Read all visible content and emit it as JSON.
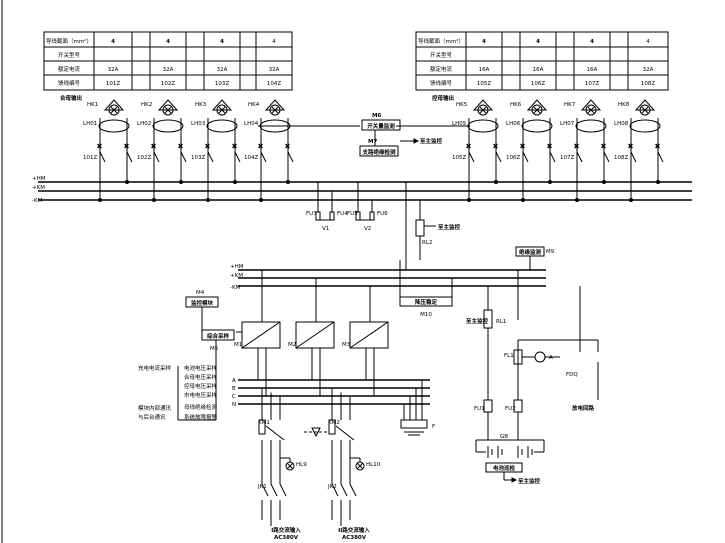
{
  "table_rows": [
    "导线截面（mm²）",
    "开关型号",
    "额定电流",
    "馈线编号"
  ],
  "left_cols": [
    {
      "section": "4",
      "current": "32A",
      "feeder": "101Z"
    },
    {
      "section": "4",
      "current": "32A",
      "feeder": "102Z"
    },
    {
      "section": "4",
      "current": "32A",
      "feeder": "103Z"
    },
    {
      "section": "4",
      "current": "32A",
      "feeder": "104Z"
    }
  ],
  "right_cols": [
    {
      "section": "4",
      "current": "16A",
      "feeder": "105Z"
    },
    {
      "section": "4",
      "current": "16A",
      "feeder": "106Z"
    },
    {
      "section": "4",
      "current": "16A",
      "feeder": "107Z"
    },
    {
      "section": "4",
      "current": "32A",
      "feeder": "108Z"
    }
  ],
  "left_group_label": "合母输出",
  "right_group_label": "控母输出",
  "left_hl": [
    "HK1",
    "HK2",
    "HK3",
    "HK4"
  ],
  "right_hl": [
    "HK5",
    "HK6",
    "HK7",
    "HK8"
  ],
  "left_ct": [
    "LH01",
    "LH02",
    "LH03",
    "LH04"
  ],
  "right_ct": [
    "LH05",
    "LH06",
    "LH07",
    "LH08"
  ],
  "m6": {
    "id": "M6",
    "box": "开关量监测"
  },
  "m7": {
    "id": "M7",
    "box": "支路绝缘检测"
  },
  "to_monitor": "至主监控",
  "buses": [
    "+HM",
    "+KM",
    "-KM"
  ],
  "fuses": [
    "FU3",
    "FU4",
    "FU5",
    "FU6"
  ],
  "meters": [
    "V1",
    "V2"
  ],
  "rl2": "RL2",
  "main_monitor": "至主监控",
  "dc_buses": [
    "+HM",
    "+KM",
    "-KM"
  ],
  "insulation": {
    "box": "绝缘监测",
    "id": "M9"
  },
  "voltage_reg": {
    "box": "降压稳定",
    "id": "M10"
  },
  "m4": {
    "id": "M4",
    "box": "监控模块"
  },
  "m5": {
    "id": "M5",
    "box": "综合采样"
  },
  "chargers": [
    "M1",
    "M2",
    "M3"
  ],
  "signals": [
    {
      "left": "充电电流采样",
      "right": "电池电压采样"
    },
    {
      "left": "",
      "right": "合母电压采样"
    },
    {
      "left": "",
      "right": "控母电压采样"
    },
    {
      "left": "",
      "right": "市电电压采样"
    },
    {
      "left": "模块内部通讯",
      "right": "母线绝缘检测"
    },
    {
      "left": "与后台通讯",
      "right": "系统故障报警"
    }
  ],
  "ac_buses": [
    "A",
    "B",
    "C",
    "N"
  ],
  "ac_switch": [
    "KM1",
    "KM2"
  ],
  "ac_lamps": [
    "HL9",
    "HL10"
  ],
  "ac_breakers": [
    "JK1",
    "JK2"
  ],
  "ac_inputs": [
    {
      "line1": "I路交流输入",
      "line2": "AC380V"
    },
    {
      "line1": "II路交流输入",
      "line2": "AC380V"
    }
  ],
  "surge": "F",
  "battery": {
    "rl1_label": "至主监控",
    "rl1": "RL1",
    "fl1": "FL1",
    "ammeter": "A",
    "fuses": [
      "FU1",
      "FU2"
    ],
    "pack_id": "GB",
    "pack_box": "电池巡检",
    "fdq": "FDQ",
    "discharge": "放电回路",
    "bottom_label": "至主监控"
  }
}
